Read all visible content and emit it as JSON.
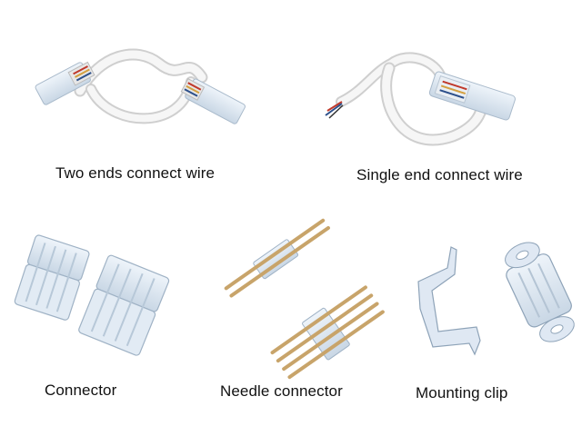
{
  "products": [
    {
      "name": "Two ends connect wire",
      "icon": "two-ends-wire-icon"
    },
    {
      "name": "Single end connect wire",
      "icon": "single-end-wire-icon"
    },
    {
      "name": "Connector",
      "icon": "connector-icon"
    },
    {
      "name": "Needle connector",
      "icon": "needle-connector-icon"
    },
    {
      "name": "Mounting clip",
      "icon": "mounting-clip-icon"
    }
  ],
  "colors": {
    "background": "#ffffff",
    "cable": "#f1f1f1",
    "plastic": "#d9e6f2",
    "pin": "#c8a46a",
    "wire_red": "#c0392b",
    "wire_blue": "#2c4f8a"
  }
}
